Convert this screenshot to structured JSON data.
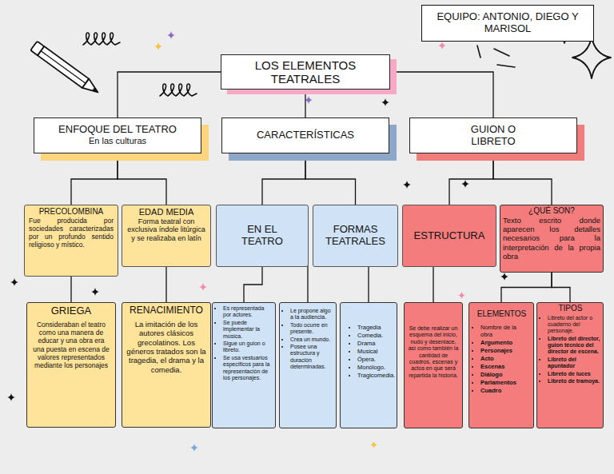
{
  "diagram": {
    "nodes": [
      {
        "text": [
          "LOS ELEMENTOS TEATRALES"
        ]
      },
      {
        "text": [
          "EQUIPO: ANTONIO, DIEGO Y MARISOL"
        ]
      },
      {
        "text": [
          "ENFOQUE DEL TEATRO",
          "En las culturas"
        ]
      },
      {
        "text": [
          "CARACTERÍSTICAS"
        ]
      },
      {
        "text": [
          "GUION O LIBRETO"
        ]
      },
      {
        "text": [
          "PRECOLOMBINA",
          "Fue producida por sociedades caracterizadas por un profundo sentido religioso y místico."
        ]
      },
      {
        "text": [
          "EDAD MEDIA",
          "Forma teatral con exclusiva índole litúrgica y se realizaba en latín"
        ]
      },
      {
        "text": [
          "EN EL TEATRO"
        ]
      },
      {
        "text": [
          "FORMAS TEATRALES"
        ]
      },
      {
        "text": [
          "ESTRUCTURA"
        ]
      },
      {
        "text": [
          "¿QUÉ SON?",
          "Texto escrito donde aparecen los detalles necesarios para la interpretación de la propia obra"
        ]
      },
      {
        "text": [
          "GRIEGA",
          "Consideraban el teatro como una manera de educar y una obra era una puesta en escena de valores representados mediante los personajes"
        ]
      },
      {
        "text": [
          "RENACIMIENTO",
          "La imitación de los autores clásicos grecolatinos. Los géneros tratados son la tragedia, el drama y la comedia."
        ]
      },
      {
        "text": [
          "Es representada por actores.",
          "Se puede implementar la música.",
          "Sigue un guion o libreto.",
          "Se usa vestuarios específicos para la representación de los personajes."
        ]
      },
      {
        "text": [
          "Le propone algo a la audiencia.",
          "Todo ocurre en presente.",
          "Crea un mundo.",
          "Posee una estructura y duración determinadas."
        ]
      },
      {
        "text": [
          "Tragedia",
          "Comedia.",
          "Drama",
          "Musical",
          "Ópera.",
          "Monólogo.",
          "Tragicomedia."
        ]
      },
      {
        "text": [
          "Se debe realizar un esquema del inicio, nudo y desenlace, así como también la cantidad de cuadros, escenas y actos en que será repartida la historia."
        ]
      },
      {
        "text": [
          "ELEMENTOS",
          "Nombre de la obra",
          "Argumento",
          "Personajes",
          "Acto",
          "Escenas",
          "Diálogo",
          "Parlamentos",
          "Cuadro"
        ]
      },
      {
        "text": [
          "TIPOS",
          "Libreto del actor o cuaderno del personaje.",
          "Libreto del director, guion técnico del director de escena.",
          "Libreto del apuntador",
          "Libreto de luces",
          "Libreto de tramoya."
        ]
      }
    ],
    "edges": [
      {
        "from": 0,
        "to": 2,
        "arrow": "none"
      },
      {
        "from": 0,
        "to": 3,
        "arrow": "none"
      },
      {
        "from": 0,
        "to": 4,
        "arrow": "none"
      },
      {
        "from": 2,
        "to": 5,
        "arrow": "none"
      },
      {
        "from": 2,
        "to": 6,
        "arrow": "none"
      },
      {
        "from": 3,
        "to": 7,
        "arrow": "none"
      },
      {
        "from": 3,
        "to": 8,
        "arrow": "none"
      },
      {
        "from": 4,
        "to": 9,
        "arrow": "none"
      },
      {
        "from": 4,
        "to": 10,
        "arrow": "none"
      },
      {
        "from": 5,
        "to": 11,
        "arrow": "none"
      },
      {
        "from": 6,
        "to": 12,
        "arrow": "none"
      },
      {
        "from": 7,
        "to": 13,
        "arrow": "none"
      },
      {
        "from": 7,
        "to": 14,
        "arrow": "none"
      },
      {
        "from": 8,
        "to": 15,
        "arrow": "none"
      },
      {
        "from": 9,
        "to": 16,
        "arrow": "none"
      },
      {
        "from": 10,
        "to": 17,
        "arrow": "none"
      },
      {
        "from": 10,
        "to": 18,
        "arrow": "none"
      }
    ]
  }
}
